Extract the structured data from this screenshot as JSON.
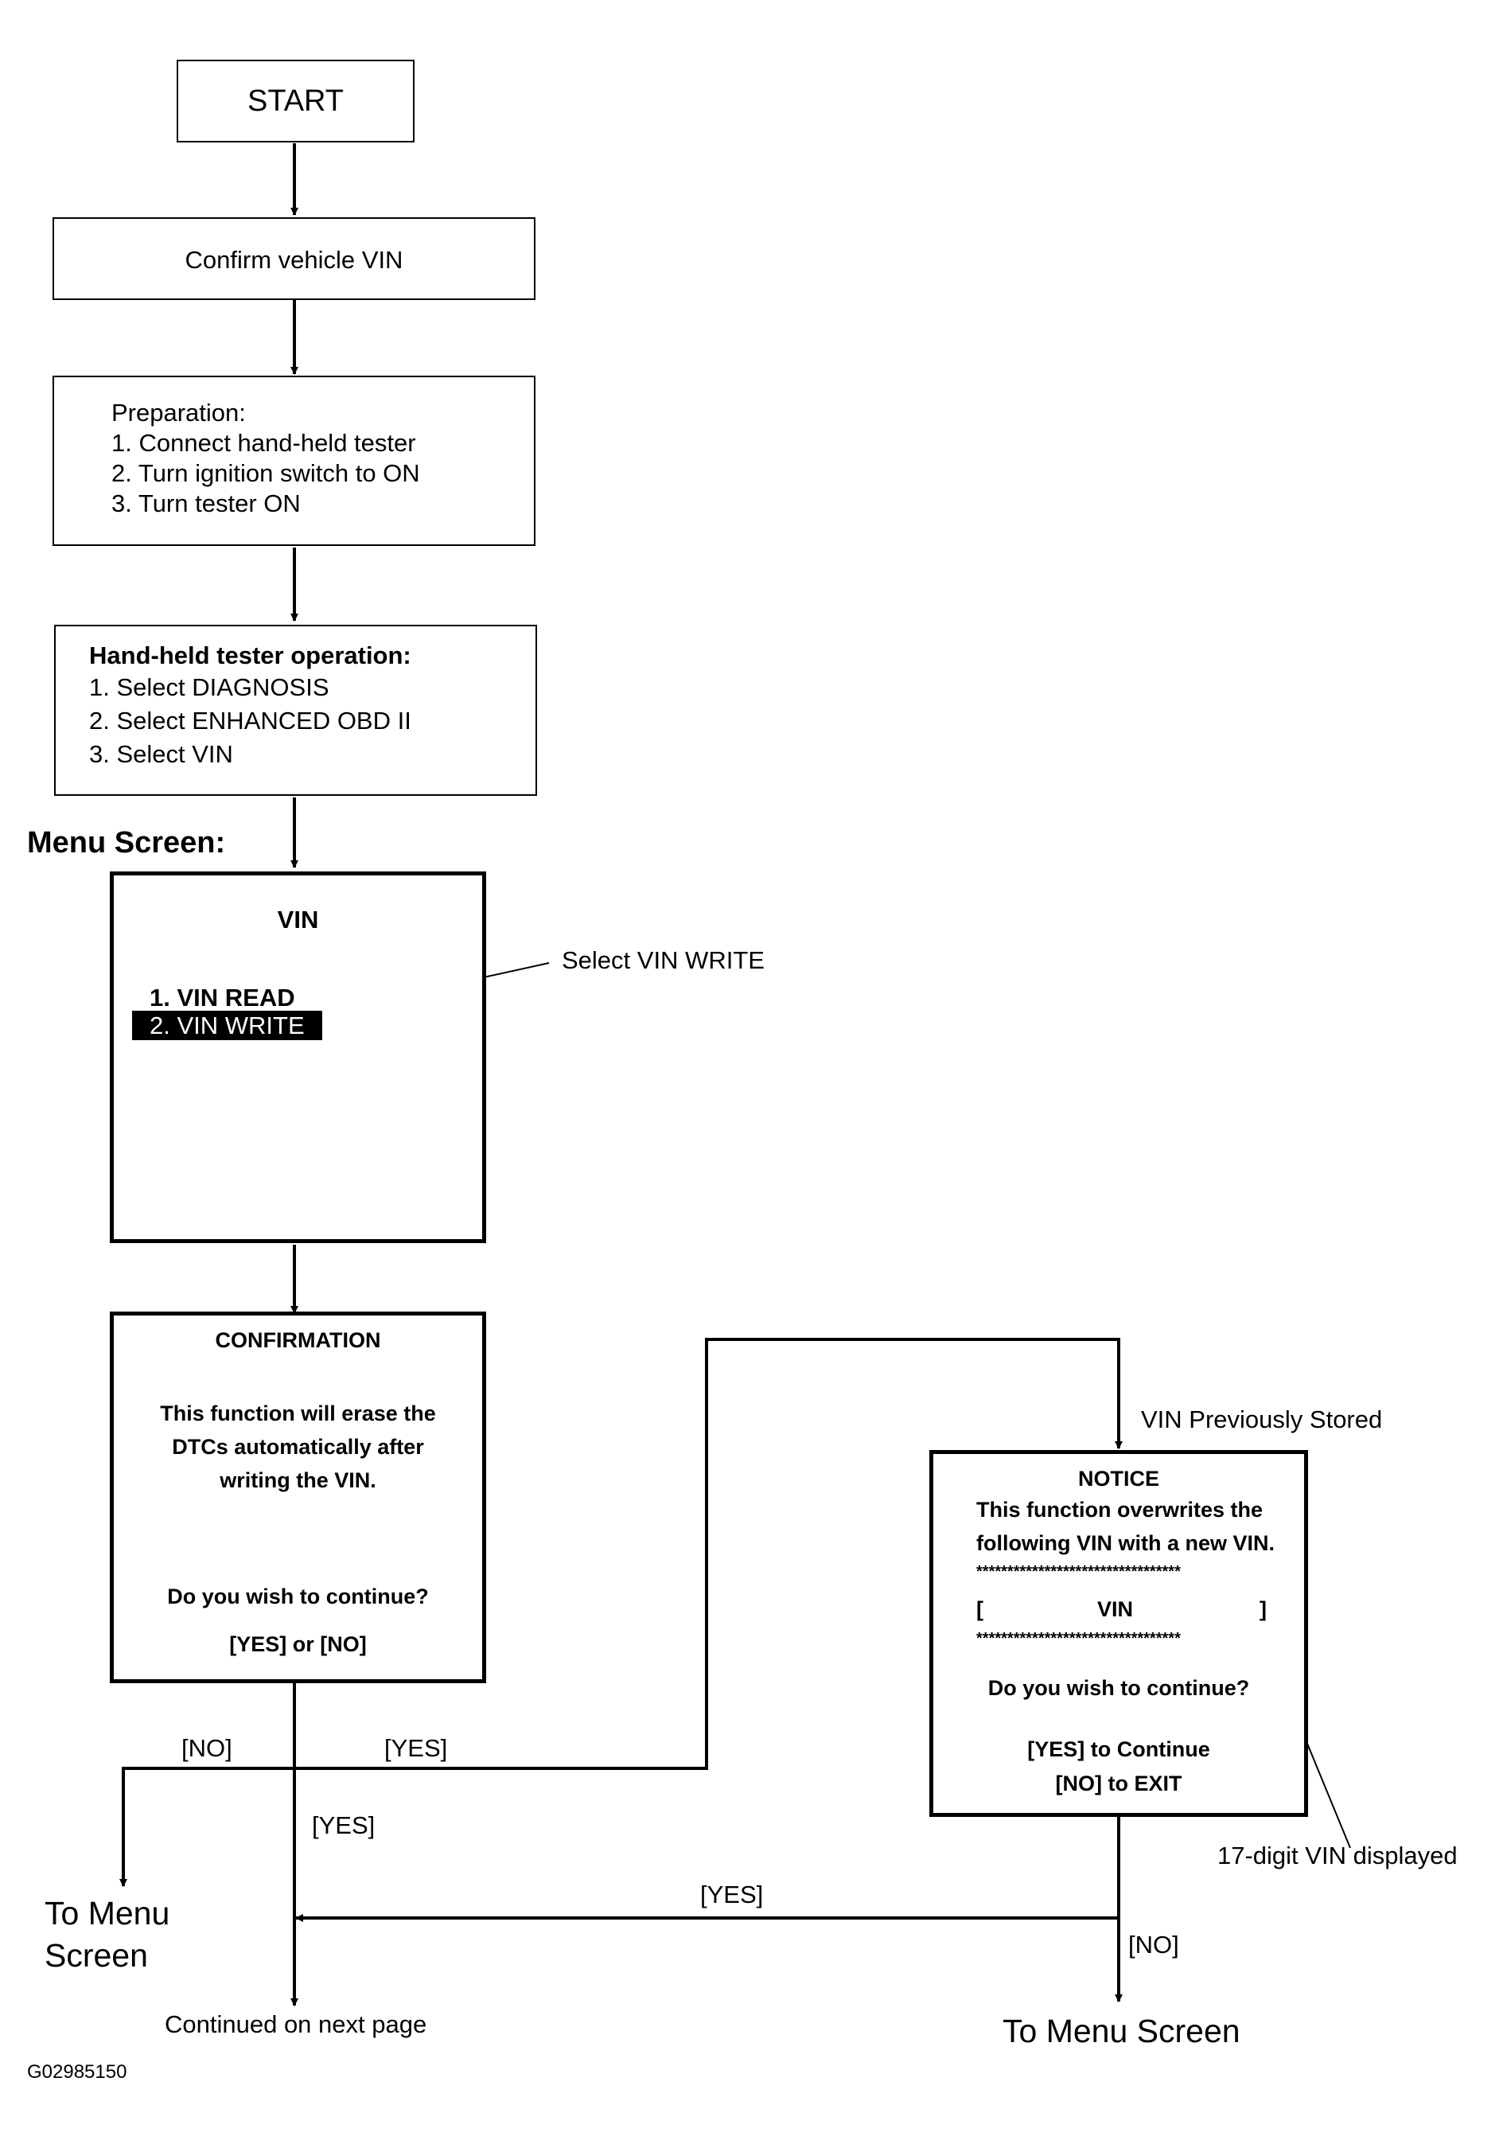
{
  "start": {
    "label": "START"
  },
  "confirm_vin": {
    "label": "Confirm vehicle VIN"
  },
  "preparation": {
    "title": "Preparation:",
    "steps": [
      "1. Connect hand-held tester",
      "2. Turn ignition switch to ON",
      "3. Turn tester ON"
    ]
  },
  "tester_operation": {
    "title": "Hand-held tester operation:",
    "steps": [
      "1. Select DIAGNOSIS",
      "2. Select ENHANCED OBD II",
      "3. Select VIN"
    ]
  },
  "menu_label": "Menu Screen:",
  "menu_screen": {
    "title": "VIN",
    "items": [
      "1. VIN READ",
      "2. VIN WRITE"
    ],
    "callout": "Select VIN WRITE"
  },
  "confirmation": {
    "title": "CONFIRMATION",
    "message": [
      "This function will erase the",
      "DTCs automatically after",
      "writing the VIN."
    ],
    "question": "Do you wish to continue?",
    "options": "[YES] or [NO]"
  },
  "notice": {
    "title": "NOTICE",
    "message": [
      "This function overwrites the",
      "following VIN with a new VIN."
    ],
    "stars": "*********************************",
    "bracket_left": "[",
    "vin": "VIN",
    "bracket_right": "]",
    "question": "Do you wish to continue?",
    "yes": "[YES] to Continue",
    "no": "[NO] to EXIT"
  },
  "labels": {
    "vin_previously_stored": "VIN Previously Stored",
    "no_1": "[NO]",
    "yes_1": "[YES]",
    "yes_2": "[YES]",
    "yes_3": "[YES]",
    "no_2": "[NO]",
    "digit_vin": "17-digit VIN displayed",
    "to_menu_left": [
      "To Menu",
      "Screen"
    ],
    "to_menu_right": "To Menu Screen",
    "continued": "Continued on next page",
    "figure_code": "G02985150"
  }
}
